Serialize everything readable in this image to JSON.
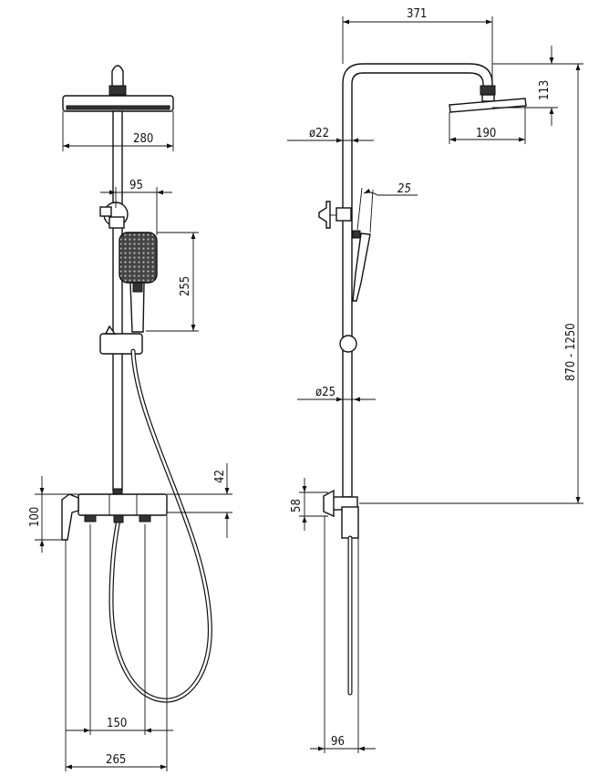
{
  "colors": {
    "line": "#111111",
    "fill_dark": "#333333",
    "background": "#ffffff"
  },
  "dimensions": {
    "top_width": "371",
    "head_height": "113",
    "head_front_width": "280",
    "head_side_width": "190",
    "rail_diameter_top": "ø22",
    "rail_diameter_bottom": "ø25",
    "hand_angle": "25",
    "holder_offset": "95",
    "hand_length": "255",
    "total_height_range": "870 - 1250",
    "mixer_height": "100",
    "mixer_top_offset": "42",
    "inlet_offset": "58",
    "connection_spacing": "150",
    "mixer_width": "265",
    "wall_distance": "96"
  }
}
